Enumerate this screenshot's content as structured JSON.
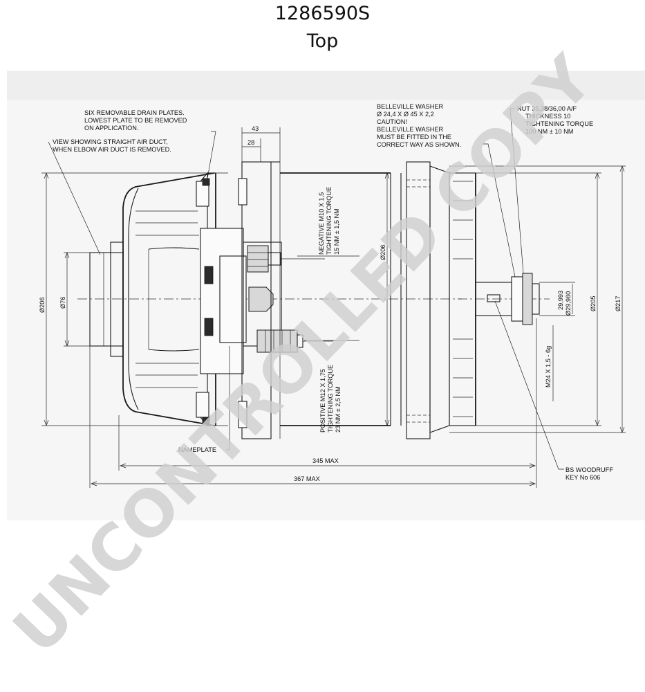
{
  "header": {
    "part_number": "1286590S",
    "view": "Top"
  },
  "drawing": {
    "callouts": {
      "drain_plates": [
        "SIX REMOVABLE DRAIN PLATES.",
        "LOWEST PLATE TO BE REMOVED",
        "ON APPLICATION."
      ],
      "air_duct": [
        "VIEW SHOWING STRAIGHT AIR DUCT,",
        "WHEN ELBOW AIR DUCT IS REMOVED."
      ],
      "belleville": [
        "BELLEVILLE WASHER",
        "Ø 24,4 X Ø 45 X 2,2",
        "CAUTION!",
        "BELLEVILLE WASHER",
        "MUST BE FITTED IN THE",
        "CORRECT WAY AS SHOWN."
      ],
      "nut": [
        "NUT 35,38/36,00 A/F",
        "THICKNESS 10",
        "TIGHTENING TORQUE",
        "100 NM ± 10 NM"
      ],
      "negative": [
        "NEGATIVE M10 X 1,5",
        "TIGHTENING TORQUE",
        "15 NM ± 1,5 NM"
      ],
      "positive": [
        "POSITIVE M12 X 1,75",
        "TIGHTENING TORQUE",
        "23 NM ± 2,5 NM"
      ],
      "nameplate": "NAMEPLATE",
      "woodruff": [
        "BS WOODRUFF",
        "KEY No 606"
      ]
    },
    "dimensions": {
      "d43": "43",
      "d28": "28",
      "d206_left": "Ø206",
      "d76": "Ø76",
      "d206_mid": "Ø206",
      "d205": "Ø205",
      "d217": "Ø217",
      "shaft_max": "29,993",
      "shaft_min": "Ø29,980",
      "thread": "M24 X 1,5 - 6g",
      "len_345": "345 MAX",
      "len_367": "367 MAX"
    },
    "watermark": "UNCONTROLLED COPY"
  }
}
